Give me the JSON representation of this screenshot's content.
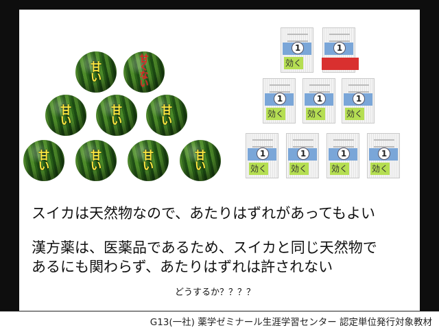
{
  "melons": {
    "top": [
      {
        "label": "甘い"
      },
      {
        "label": "甘くない",
        "color": "#e02020"
      }
    ],
    "middle": [
      {
        "label": "甘い"
      },
      {
        "label": "甘い"
      },
      {
        "label": "甘い"
      }
    ],
    "bottom": [
      {
        "label": "甘い"
      },
      {
        "label": "甘い"
      },
      {
        "label": "甘い"
      },
      {
        "label": "甘い"
      }
    ]
  },
  "packets": {
    "number": "1",
    "effect_label": "効く",
    "colors": {
      "band": "#7aa6d8",
      "effect": "#b5de52",
      "defect": "#d9302f"
    },
    "rows": [
      {
        "count": 2,
        "defective_index": 1
      },
      {
        "count": 3,
        "defective_index": null
      },
      {
        "count": 4,
        "defective_index": null
      }
    ]
  },
  "text": {
    "line1": "スイカは天然物なので、あたりはずれがあってもよい",
    "line2": "漢方薬は、医薬品であるため、スイカと同じ天然物で",
    "line3": "あるにも関わらず、あたりはずれは許されない",
    "question": "どうするか？？？？"
  },
  "footer": {
    "text": "G13(一社) 薬学ゼミナール生涯学習センター 認定単位発行対象教材"
  }
}
